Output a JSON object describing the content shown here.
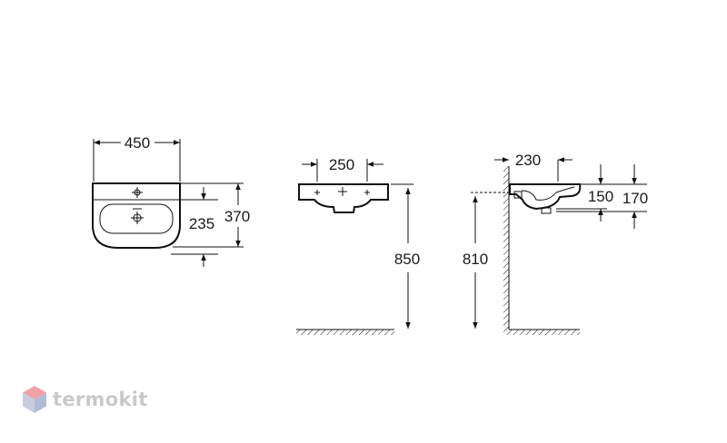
{
  "dimensions": {
    "front_width": "450",
    "front_depth_outer": "370",
    "front_depth_inner": "235",
    "tap_spacing": "250",
    "floor_to_rim": "850",
    "wall_offset": "230",
    "floor_to_bracket": "810",
    "bowl_depth": "150",
    "rim_to_bracket": "170"
  },
  "brand": {
    "name": "termokit",
    "logo_icon": "hexagon-logo-icon",
    "colors": {
      "logo_top": "#f0a0a8",
      "logo_bottom": "#b8c4dc",
      "text": "#c9c9c9"
    }
  }
}
